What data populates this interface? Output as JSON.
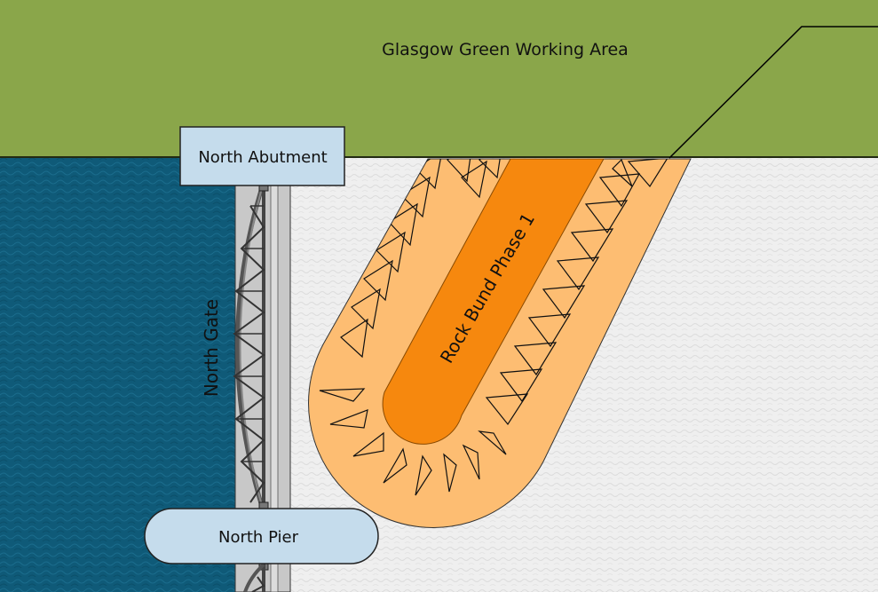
{
  "labels": {
    "working_area": "Glasgow Green Working Area",
    "north_abutment": "North Abutment",
    "north_gate": "North Gate",
    "north_pier": "North Pier",
    "rock_bund": "Rock Bund Phase 1"
  },
  "colors": {
    "land": "#8aa64a",
    "river": "#0f5a78",
    "work_surface": "#efefef",
    "structure": "#c5dcec",
    "bund_outer": "#fdbd72",
    "bund_core": "#f6880e",
    "gate_frame": "#c8c8c8",
    "outline": "#000000"
  }
}
